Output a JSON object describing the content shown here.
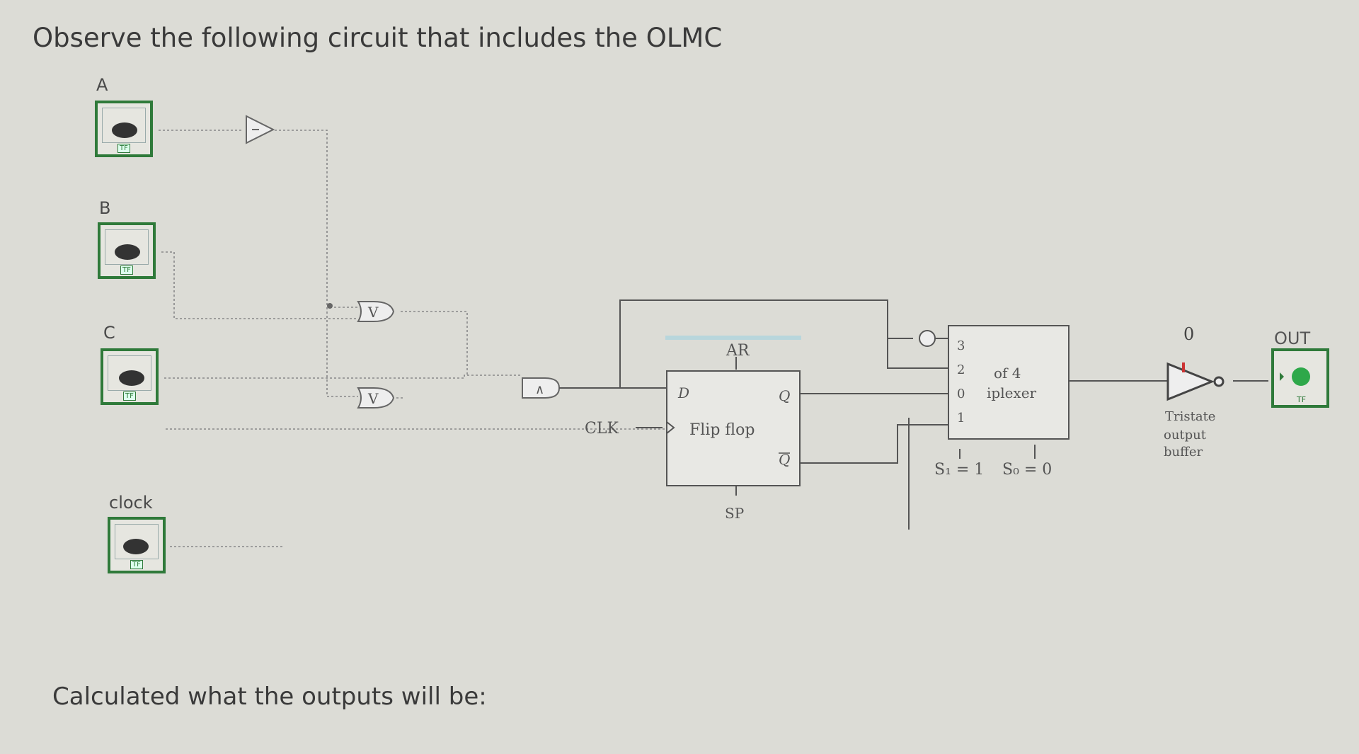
{
  "question": {
    "title": "Observe the following circuit that includes the OLMC",
    "footer": "Calculated what the outputs will be:"
  },
  "inputs": [
    {
      "label": "A",
      "tf": "TF"
    },
    {
      "label": "B",
      "tf": "TF"
    },
    {
      "label": "C",
      "tf": "TF"
    },
    {
      "label": "clock",
      "tf": "TF"
    }
  ],
  "gates": {
    "or1": "V",
    "or2": "V",
    "and": "∧"
  },
  "flipflop": {
    "ar": "AR",
    "d": "D",
    "q": "Q",
    "qbar": "Q",
    "clk": "CLK",
    "name": "Flip flop",
    "sp": "SP"
  },
  "mux": {
    "in3": "3",
    "in2": "2",
    "in0": "0",
    "in1": "1",
    "name_a": "of 4",
    "name_b": "iplexer",
    "s1": "S₁ = 1",
    "s0": "S₀ = 0"
  },
  "buffer": {
    "value": "0",
    "label1": "Tristate",
    "label2": "output",
    "label3": "buffer"
  },
  "output": {
    "label": "OUT",
    "tf": "TF",
    "led_color": "#2ea84a"
  }
}
